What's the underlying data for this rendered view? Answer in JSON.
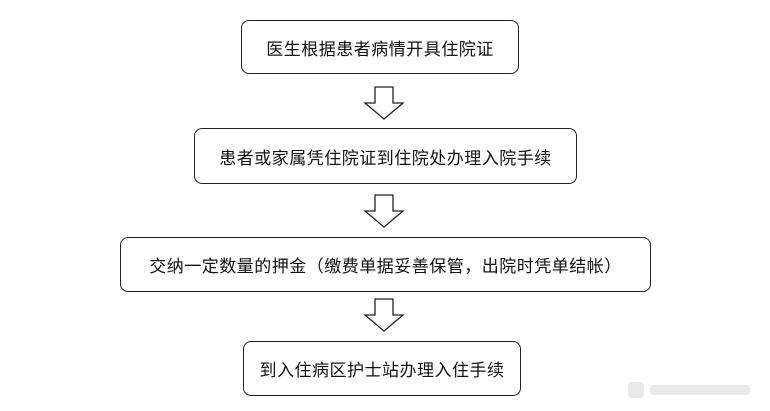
{
  "flowchart": {
    "steps": [
      "医生根据患者病情开具住院证",
      "患者或家属凭住院证到住院处办理入院手续",
      "交纳一定数量的押金（缴费单据妥善保管，出院时凭单结帐）",
      "到入住病区护士站办理入住手续"
    ],
    "arrow_icon": "down-arrow-icon"
  }
}
